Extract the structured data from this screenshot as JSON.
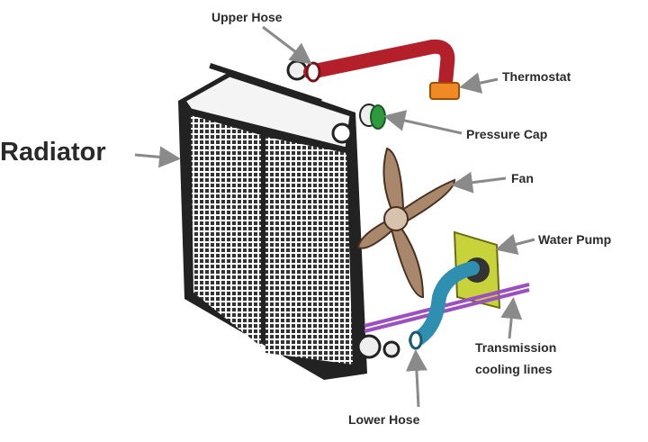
{
  "labels": {
    "radiator": "Radiator",
    "upper_hose": "Upper Hose",
    "thermostat": "Thermostat",
    "pressure_cap": "Pressure Cap",
    "fan": "Fan",
    "water_pump": "Water Pump",
    "transmission_line1": "Transmission",
    "transmission_line2": "cooling lines",
    "lower_hose": "Lower Hose"
  },
  "colors": {
    "upper_hose": "#b3202a",
    "thermostat": "#f08a24",
    "pressure_cap": "#2e9a3e",
    "fan": "#a9876a",
    "water_pump": "#c8d23a",
    "lower_hose": "#2f8fb0",
    "transmission_lines": "#9b4fc0",
    "arrow": "#8a8a8a"
  }
}
